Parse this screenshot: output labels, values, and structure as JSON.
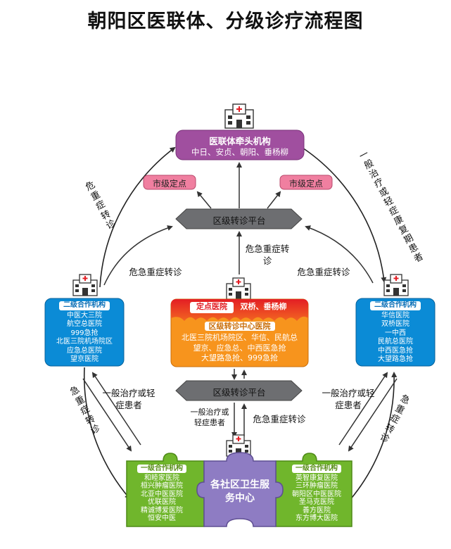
{
  "title": "朝阳区医联体、分级诊疗流程图",
  "lead": {
    "title": "医联体牵头机构",
    "members": "中日、安贞、朝阳、垂杨柳"
  },
  "city_points": [
    "市级定点",
    "市级定点"
  ],
  "platform_top": "区级转诊平台",
  "platform_bottom": "区级转诊平台",
  "center": {
    "designated_label": "定点医院",
    "designated_names": "双桥、垂杨柳",
    "title": "区级转诊中心医院",
    "lines": [
      "北医三院机场院区、华信、民航总",
      "望京、应急总、中西医急抢",
      "大望路急抢、999急抢"
    ]
  },
  "left_secondary": {
    "title": "二级合作机构",
    "items": [
      "中医大三院",
      "航空总医院",
      "999急抢",
      "北医三院机场院区",
      "应急总医院",
      "望京医院"
    ]
  },
  "right_secondary": {
    "title": "二级合作机构",
    "items": [
      "华信医院",
      "双桥医院",
      "一中西",
      "民航总医院",
      "中西医急抢",
      "大望路急抢"
    ]
  },
  "left_primary": {
    "title": "一级合作机构",
    "items": [
      "和睦家医院",
      "桓兴肿瘤医院",
      "北亚中医医院",
      "优联医院",
      "精诚博爱医院",
      "恒安中医"
    ]
  },
  "right_primary": {
    "title": "一级合作机构",
    "items": [
      "英智康复医院",
      "三环肿瘤医院",
      "朝阳区中医医院",
      "圣马克医院",
      "善方医院",
      "东方博大医院"
    ]
  },
  "community": "各社区卫生服务中心",
  "labels": {
    "emergency_center": "危急重症转诊",
    "emergency_left": "危急重症转诊",
    "emergency_right": "危急重症转诊",
    "emergency_bottom": "危急重症转诊",
    "general_left": "一般治疗或轻症患者",
    "general_right": "一般治疗或轻症患者",
    "general_bottom": "一般治疗或轻症患者",
    "outer_left_top": "危重症转诊",
    "outer_right_top": "一般治疗或轻症康复期患者",
    "outer_left_bottom": "急重症转诊",
    "outer_right_bottom": "急重症转诊"
  },
  "colors": {
    "lead_purple": "#a04f9f",
    "city_pink": "#f07fa0",
    "platform_gray": "#6d6e71",
    "designated_red": "#e31e24",
    "center_orange": "#f7941d",
    "side_blue": "#0b8bd6",
    "green": "#70b62c",
    "community_purple": "#8e7cc3"
  }
}
